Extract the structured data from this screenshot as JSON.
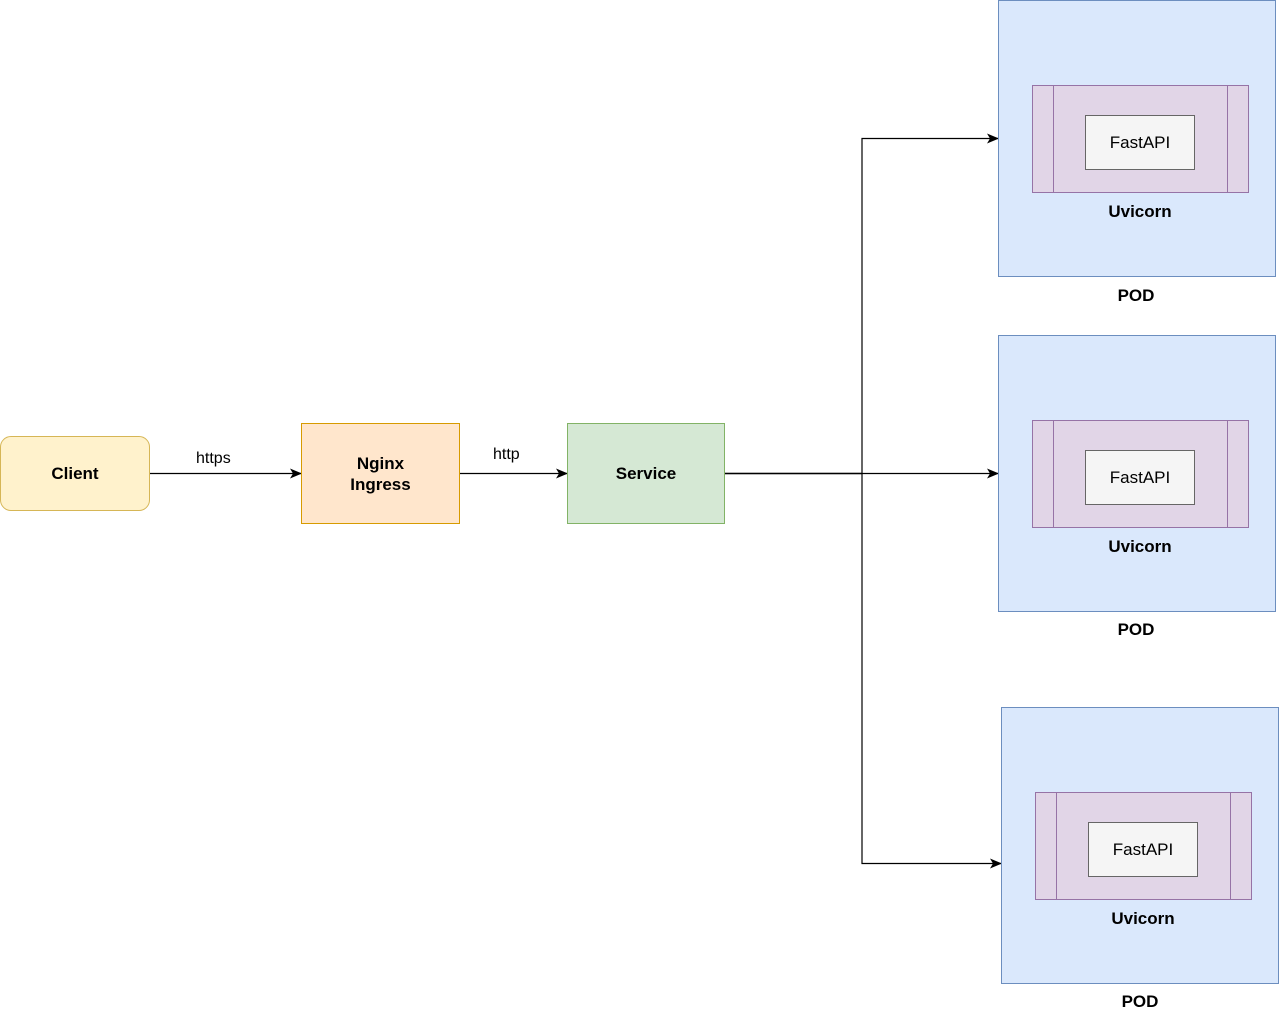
{
  "nodes": {
    "client": "Client",
    "ingress_line1": "Nginx",
    "ingress_line2": "Ingress",
    "service": "Service"
  },
  "edges": {
    "client_to_ingress": "https",
    "ingress_to_service": "http"
  },
  "pods": [
    {
      "pod_label": "POD",
      "runtime_label": "Uvicorn",
      "app_label": "FastAPI"
    },
    {
      "pod_label": "POD",
      "runtime_label": "Uvicorn",
      "app_label": "FastAPI"
    },
    {
      "pod_label": "POD",
      "runtime_label": "Uvicorn",
      "app_label": "FastAPI"
    }
  ],
  "colors": {
    "client_fill": "#fff2cc",
    "client_stroke": "#d6b656",
    "ingress_fill": "#ffe6cc",
    "ingress_stroke": "#d79b00",
    "service_fill": "#d5e8d4",
    "service_stroke": "#82b366",
    "pod_fill": "#dae8fc",
    "pod_stroke": "#6c8ebf",
    "uvicorn_fill": "#e1d5e7",
    "uvicorn_stroke": "#9673a6",
    "fastapi_fill": "#f5f5f5",
    "fastapi_stroke": "#666666"
  }
}
